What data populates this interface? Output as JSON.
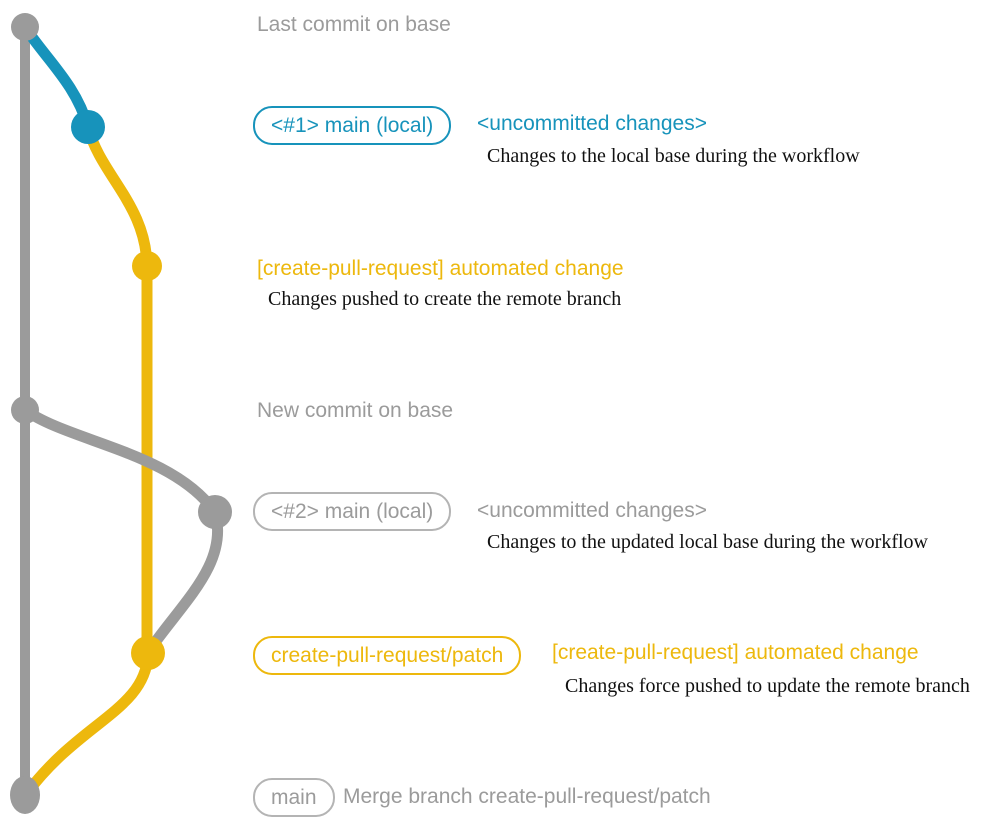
{
  "colors": {
    "base_gray": "#9b9b9b",
    "badge_gray_border": "#b4b4b4",
    "main_local_blue": "#1793bb",
    "cpr_yellow": "#edb80d",
    "description_black": "#111111"
  },
  "graph": {
    "branches": [
      {
        "name": "base",
        "color": "#9b9b9b"
      },
      {
        "name": "main (local)",
        "color": "#1793bb"
      },
      {
        "name": "create-pull-request/patch",
        "color": "#edb80d"
      }
    ],
    "commit_count": 7
  },
  "rows": {
    "r1": {
      "text": "Last commit on base"
    },
    "r2": {
      "badge": "<#1> main (local)",
      "message": "<uncommitted changes>",
      "description": "Changes to the local base during the workflow"
    },
    "r3": {
      "message": "[create-pull-request] automated change",
      "description": "Changes pushed to create the remote branch"
    },
    "r4": {
      "text": "New commit on base"
    },
    "r5": {
      "badge": "<#2> main (local)",
      "message": "<uncommitted changes>",
      "description": "Changes to the updated local base during the workflow"
    },
    "r6": {
      "badge": "create-pull-request/patch",
      "message": "[create-pull-request] automated change",
      "description": "Changes force pushed to update the remote branch"
    },
    "r7": {
      "badge": "main",
      "message": "Merge branch create-pull-request/patch"
    }
  }
}
